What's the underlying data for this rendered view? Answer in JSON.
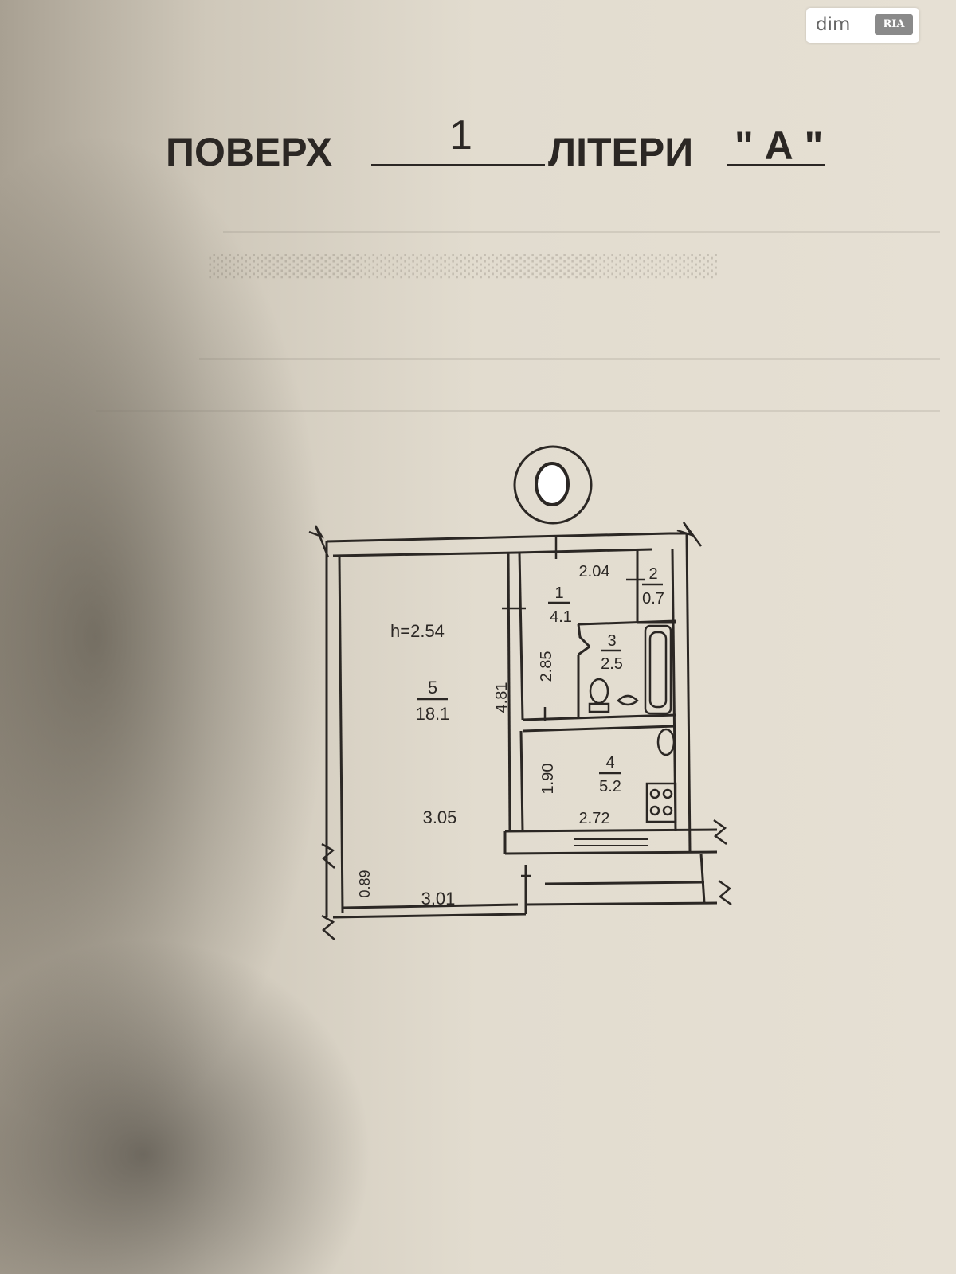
{
  "watermark": {
    "brand_text": "dim",
    "badge_text": "RIA"
  },
  "header": {
    "floor_label": "ПОВЕРХ",
    "floor_value": "1",
    "letter_label": "ЛІТЕРИ",
    "letter_value": "\" А \""
  },
  "plan": {
    "ceiling_height": "h=2.54",
    "rooms": [
      {
        "number": "1",
        "area": "4.1"
      },
      {
        "number": "2",
        "area": "0.7"
      },
      {
        "number": "3",
        "area": "2.5"
      },
      {
        "number": "4",
        "area": "5.2"
      },
      {
        "number": "5",
        "area": "18.1"
      }
    ],
    "dimensions": {
      "hall_width": "2.04",
      "hall_length": "2.85",
      "living_length": "4.81",
      "living_width": "3.05",
      "balcony_width": "3.01",
      "balcony_depth": "0.89",
      "kitchen_length": "1.90",
      "kitchen_width": "2.72"
    }
  },
  "colors": {
    "ink": "#2b2724",
    "paper": "#e4ddd0",
    "shadow": "#8c8476"
  }
}
